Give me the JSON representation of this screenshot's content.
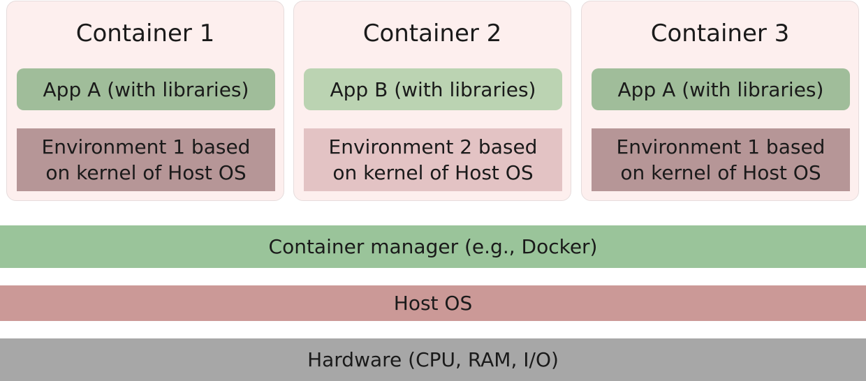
{
  "containers": [
    {
      "title": "Container 1",
      "app": "App A (with libraries)",
      "env_line1": "Environment 1 based",
      "env_line2": "on kernel of Host OS"
    },
    {
      "title": "Container 2",
      "app": "App B (with libraries)",
      "env_line1": "Environment 2 based",
      "env_line2": "on kernel of Host OS"
    },
    {
      "title": "Container 3",
      "app": "App A (with libraries)",
      "env_line1": "Environment 1 based",
      "env_line2": "on kernel of Host OS"
    }
  ],
  "layers": {
    "container_manager": "Container manager (e.g., Docker)",
    "host_os": "Host OS",
    "hardware": "Hardware (CPU, RAM, I/O)"
  },
  "colors": {
    "container_background": "#fdefee",
    "app_a": "#a0bd9a",
    "app_b": "#bbd3b2",
    "environment_1": "#b69697",
    "environment_2": "#e3c3c4",
    "container_manager": "#9ac49a",
    "host_os": "#cb9997",
    "hardware": "#a7a7a7"
  }
}
